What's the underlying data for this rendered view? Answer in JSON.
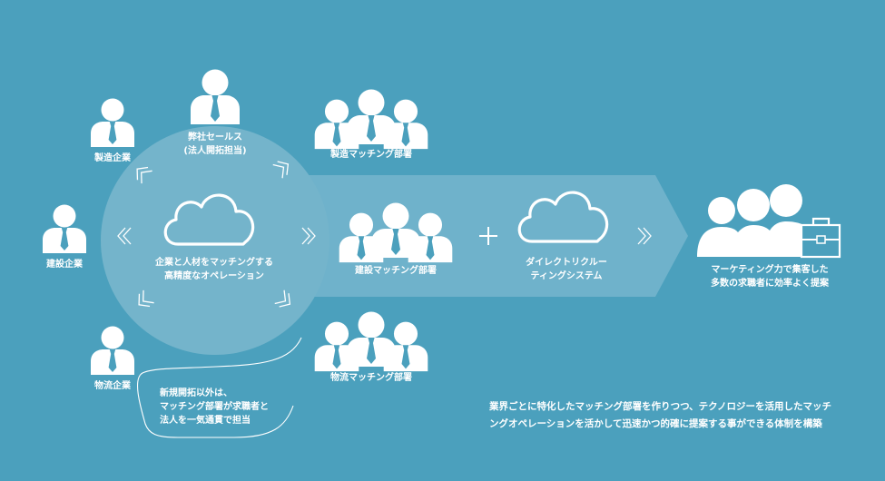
{
  "colors": {
    "background": "#4ba0bd",
    "circle": "#74b4cb",
    "arrow_band": "#6fb2cb",
    "foreground": "#ffffff",
    "tie": "#4ba0bd"
  },
  "icons": {
    "person": "person-icon",
    "group": "person-group-icon",
    "cloud": "cloud-icon",
    "briefcase": "briefcase-icon",
    "plus": "plus-icon",
    "chevron": "chevron-icon"
  },
  "labels": {
    "seizo_kigyo": "製造企業",
    "kensetsu_kigyo": "建設企業",
    "butsuryu_kigyo": "物流企業",
    "sales_line1": "弊社セールス",
    "sales_line2": "(法人開拓担当)",
    "seizo_bu": "製造マッチング部署",
    "kensetsu_bu": "建設マッチング部署",
    "butsuryu_bu": "物流マッチング部署",
    "center_line1": "企業と人材をマッチングする",
    "center_line2": "高精度なオペレーション",
    "direct_line1": "ダイレクトリクルー",
    "direct_line2": "ティングシステム",
    "result_line1": "マーケティング力で集客した",
    "result_line2": "多数の求職者に効率よく提案",
    "note_line1": "新規開拓以外は、",
    "note_line2": "マッチング部署が求職者と",
    "note_line3": "法人を一気通貫で担当",
    "summary_line1": "業界ごとに特化したマッチング部署を作りつつ、テクノロジーを活用したマッチ",
    "summary_line2": "ングオペレーションを活かして迅速かつ的確に提案する事ができる体制を構築"
  }
}
